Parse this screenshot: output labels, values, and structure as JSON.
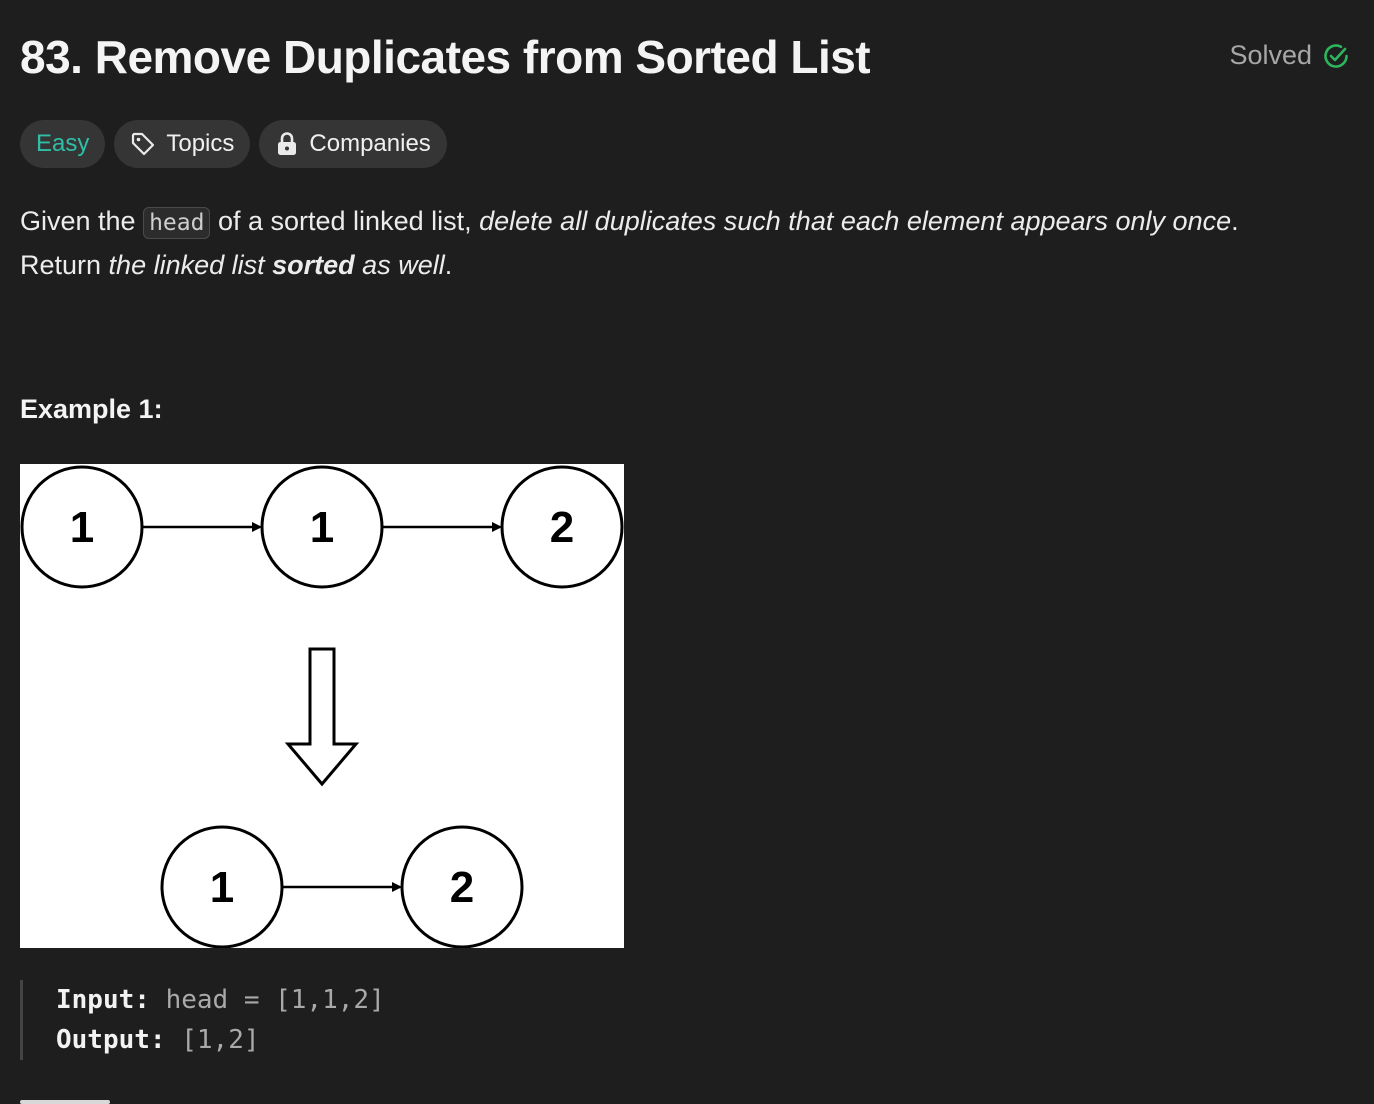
{
  "problem": {
    "title": "83. Remove Duplicates from Sorted List",
    "status": "Solved",
    "difficulty": "Easy",
    "tags": [
      "Topics",
      "Companies"
    ]
  },
  "description": {
    "line1_start": "Given the ",
    "code_term": "head",
    "line1_mid": " of a sorted linked list, ",
    "line1_italic": "delete all duplicates such that each element appears only once",
    "line1_end": ".",
    "line2_start": "Return ",
    "line2_italic": "the linked list ",
    "line2_bold_italic": "sorted",
    "line2_italic_end": " as well",
    "line2_end": "."
  },
  "example": {
    "title": "Example 1:",
    "input_label": "Input:",
    "input_value": " head = [1,1,2]",
    "output_label": "Output:",
    "output_value": " [1,2]",
    "diagram": {
      "before": [
        "1",
        "1",
        "2"
      ],
      "after": [
        "1",
        "2"
      ]
    }
  },
  "icons": {
    "solved": "check-circle-icon",
    "topics": "tag-icon",
    "companies": "lock-icon",
    "transform": "down-arrow-icon"
  },
  "colors": {
    "background": "#1e1e1e",
    "easy": "#2fbfa8",
    "solved_check": "#2db55d",
    "pill": "#353535"
  }
}
